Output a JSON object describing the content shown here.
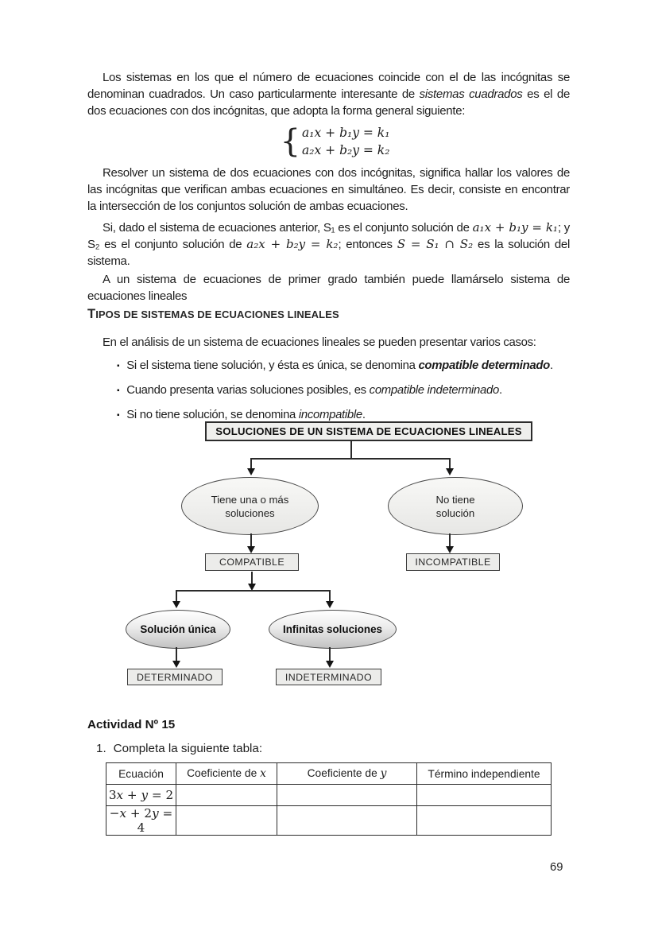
{
  "intro": {
    "p1": [
      {
        "t": "Los sistemas en los que el número de ecuaciones coincide con el de las incógnitas se denominan cuadrados. Un caso particularmente interesante de "
      },
      {
        "t": "sistemas cuadrados",
        "c": "it"
      },
      {
        "t": " es el de dos ecuaciones con dos incógnitas, que adopta la forma general siguiente:"
      }
    ],
    "equations": {
      "brace": "{",
      "eq1": "a₁x + b₁y = k₁",
      "eq2": "a₂x + b₂y = k₂"
    },
    "p2": "Resolver un sistema de dos ecuaciones con dos incógnitas, significa hallar los valores de las incógnitas que verifican ambas ecuaciones en simultáneo. Es decir, consiste en encontrar la intersección de los conjuntos solución de ambas ecuaciones.",
    "p3": [
      {
        "t": "Si, dado el sistema de ecuaciones anterior, S₁ es el conjunto solución de "
      },
      {
        "t": "a₁x + b₁y = k₁",
        "c": "math"
      },
      {
        "t": "; y S₂ es el conjunto solución de "
      },
      {
        "t": "a₂x + b₂y = k₂",
        "c": "math"
      },
      {
        "t": "; entonces "
      },
      {
        "t": "S = S₁ ∩ S₂",
        "c": "math"
      },
      {
        "t": " es la solución del sistema."
      }
    ],
    "p4": "A un sistema de ecuaciones de primer grado también puede llamárselo sistema de ecuaciones lineales"
  },
  "section": {
    "heading": "TIPOS DE SISTEMAS DE ECUACIONES LINEALES",
    "lead": "En el análisis de un sistema de ecuaciones lineales se pueden presentar varios casos:",
    "bullet_marker": "▪",
    "bullets": [
      [
        {
          "t": "Si el sistema tiene solución, y ésta es única, se denomina "
        },
        {
          "t": "compatible determinado",
          "c": "bi"
        },
        {
          "t": "."
        }
      ],
      [
        {
          "t": "Cuando presenta varias soluciones posibles, es "
        },
        {
          "t": "compatible indeterminado",
          "c": "it"
        },
        {
          "t": "."
        }
      ],
      [
        {
          "t": "Si no tiene solución, se denomina "
        },
        {
          "t": "incompatible",
          "c": "it"
        },
        {
          "t": "."
        }
      ]
    ]
  },
  "diagram": {
    "title": "SOLUCIONES DE UN SISTEMA DE ECUACIONES LINEALES",
    "ellipse_left_line1": "Tiene una o más",
    "ellipse_left_line2": "soluciones",
    "ellipse_right_line1": "No tiene",
    "ellipse_right_line2": "solución",
    "box_compatible": "COMPATIBLE",
    "box_incompatible": "INCOMPATIBLE",
    "ellipse_unique": "Solución única",
    "ellipse_infinite": "Infinitas soluciones",
    "box_determinado": "DETERMINADO",
    "box_indeterminado": "INDETERMINADO"
  },
  "activity": {
    "title": "Actividad Nº 15",
    "item_number": "1.",
    "item_text": "Completa la siguiente tabla:",
    "table": {
      "headers": [
        [
          {
            "t": "Ecuación"
          }
        ],
        [
          {
            "t": "Coeficiente de "
          },
          {
            "t": "x",
            "c": "math"
          }
        ],
        [
          {
            "t": "Coeficiente de "
          },
          {
            "t": "y",
            "c": "math"
          }
        ],
        [
          {
            "t": "Término independiente"
          }
        ]
      ],
      "rows": [
        {
          "equation": [
            {
              "t": "3",
              "c": "mn"
            },
            {
              "t": "x",
              "c": "math"
            },
            {
              "t": " + ",
              "c": "mn"
            },
            {
              "t": "y",
              "c": "math"
            },
            {
              "t": " = 2",
              "c": "mn"
            }
          ]
        },
        {
          "equation": [
            {
              "t": "−",
              "c": "mn"
            },
            {
              "t": "x",
              "c": "math"
            },
            {
              "t": " + 2",
              "c": "mn"
            },
            {
              "t": "y",
              "c": "math"
            },
            {
              "t": " = 4",
              "c": "mn"
            }
          ]
        }
      ]
    }
  },
  "page_number": "69"
}
